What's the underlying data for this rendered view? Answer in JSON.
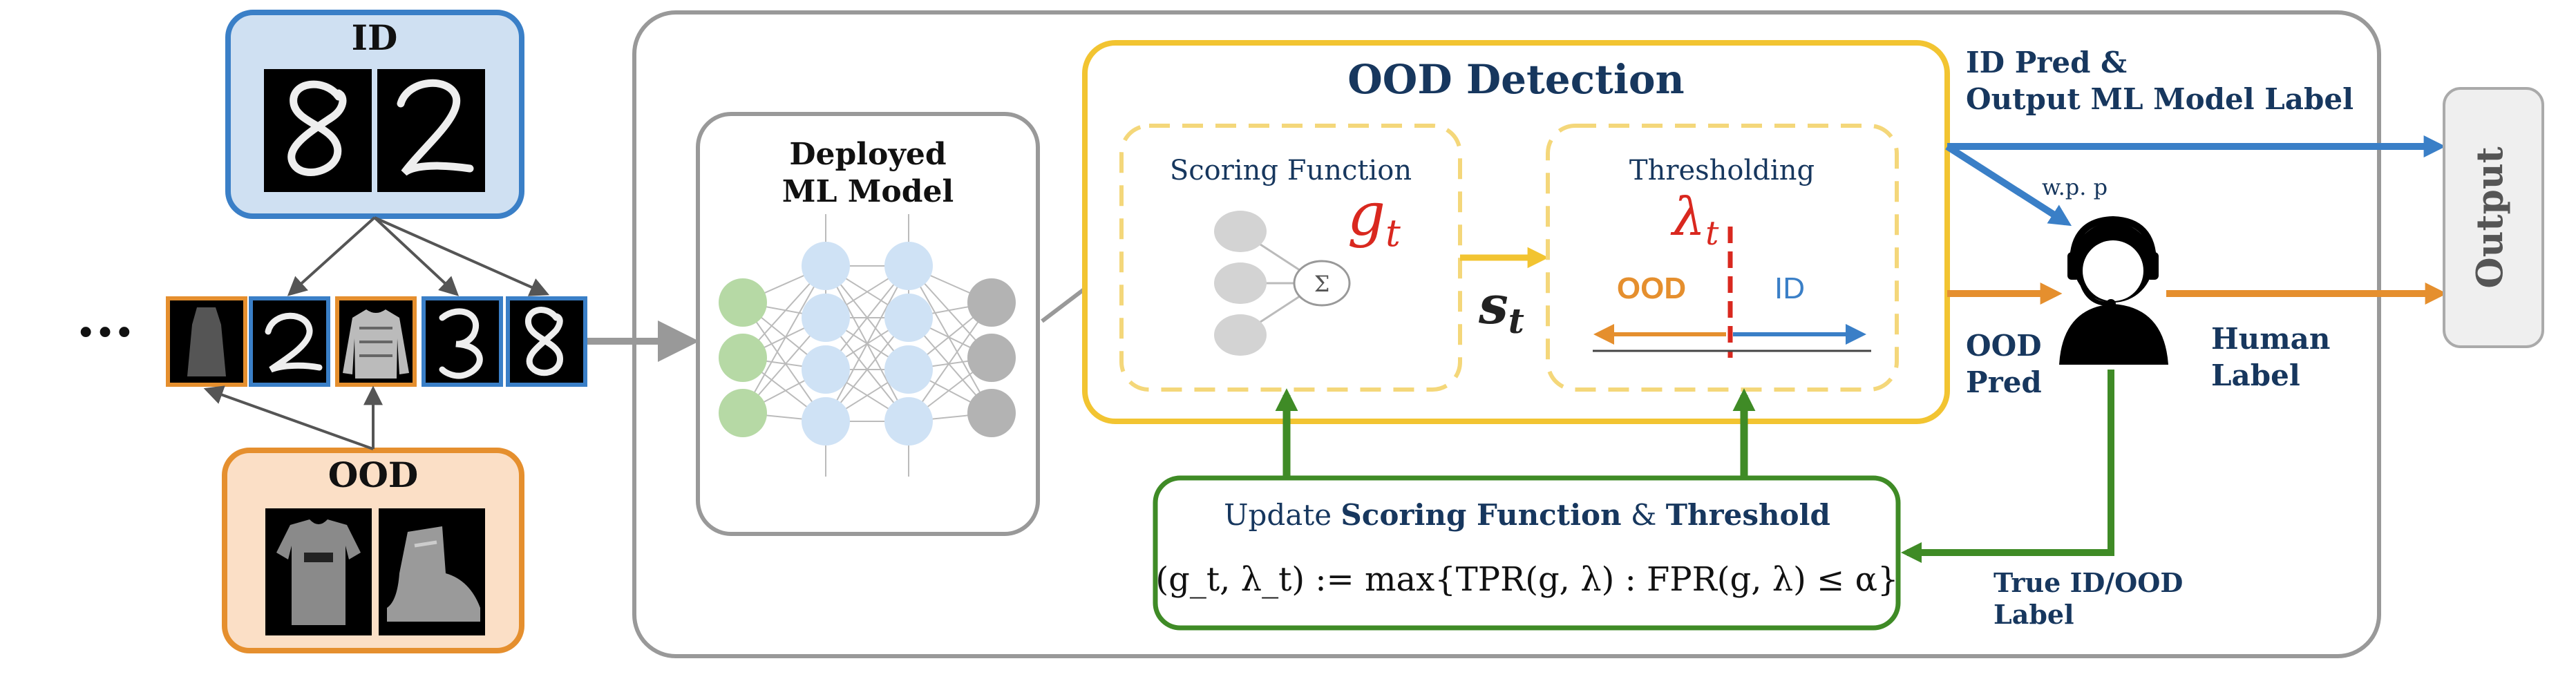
{
  "colors": {
    "blue": "#3a7fc7",
    "blue_fill": "#cfe0f2",
    "orange": "#e58f2e",
    "orange_fill": "#fbdfc6",
    "yellow": "#f2c431",
    "yellow_dash": "#f4d77a",
    "green": "#3f8b26",
    "red": "#d9281f",
    "gray": "#999999",
    "navy": "#17375e",
    "node_green": "#b6d9a5",
    "node_blue": "#cfe2f5",
    "node_gray": "#b3b3b3"
  },
  "diagram": {
    "id_box": {
      "title": "ID",
      "images": [
        "MNIST digit 8",
        "MNIST digit 2"
      ]
    },
    "ood_box": {
      "title": "OOD",
      "images": [
        "Fashion-MNIST t-shirt",
        "Fashion-MNIST ankle boot"
      ]
    },
    "stream": {
      "ellipsis": "...",
      "items": [
        {
          "label": "Fashion-MNIST dress",
          "kind": "ood"
        },
        {
          "label": "MNIST digit 2",
          "kind": "id"
        },
        {
          "label": "Fashion-MNIST sweater",
          "kind": "ood"
        },
        {
          "label": "MNIST digit 3",
          "kind": "id"
        },
        {
          "label": "MNIST digit 8",
          "kind": "id"
        }
      ]
    },
    "model_box": {
      "line1": "Deployed",
      "line2": "ML Model"
    },
    "ood_detection": {
      "title": "OOD Detection",
      "scoring": {
        "title": "Scoring Function",
        "symbol": "g",
        "subscript": "t",
        "sum_symbol": "Σ"
      },
      "score_label": {
        "symbol": "s",
        "subscript": "t"
      },
      "thresholding": {
        "title": "Thresholding",
        "symbol": "λ",
        "subscript": "t",
        "left_label": "OOD",
        "right_label": "ID"
      }
    },
    "update_box": {
      "prefix": "Update ",
      "strong1": "Scoring Function",
      "middle": " & ",
      "strong2": "Threshold",
      "formula": "(g_t, λ_t) := max{TPR(g, λ) : FPR(g, λ) ≤ α}"
    },
    "labels": {
      "id_pred_line1": "ID Pred &",
      "id_pred_line2": "Output ML Model Label",
      "wp": "w.p.  p",
      "ood_pred_line1": "OOD",
      "ood_pred_line2": "Pred",
      "human_line1": "Human",
      "human_line2": "Label",
      "true_line1": "True ID/OOD",
      "true_line2": "Label"
    },
    "output_box": {
      "label": "Output"
    }
  }
}
